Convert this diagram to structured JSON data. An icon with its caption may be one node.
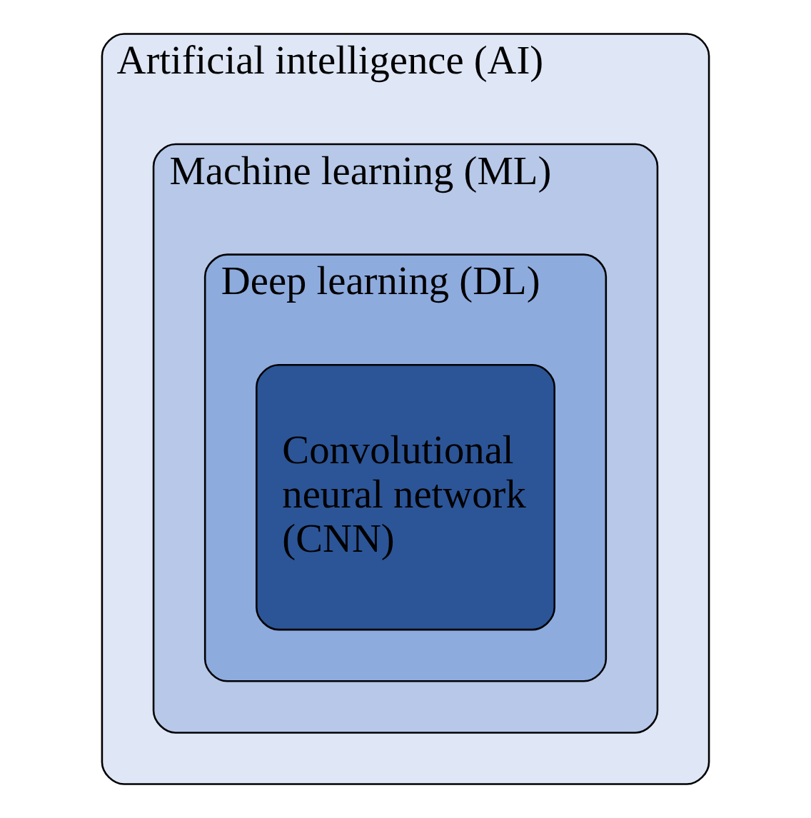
{
  "diagram": {
    "nodes": [
      {
        "text": [
          "Artificial intelligence (AI)"
        ]
      },
      {
        "text": [
          "Machine learning (ML)"
        ],
        "in": 0
      },
      {
        "text": [
          "Deep learning (DL)"
        ],
        "in": 1
      },
      {
        "text": [
          "Convolutional neural network (CNN)"
        ],
        "in": 2
      }
    ]
  }
}
